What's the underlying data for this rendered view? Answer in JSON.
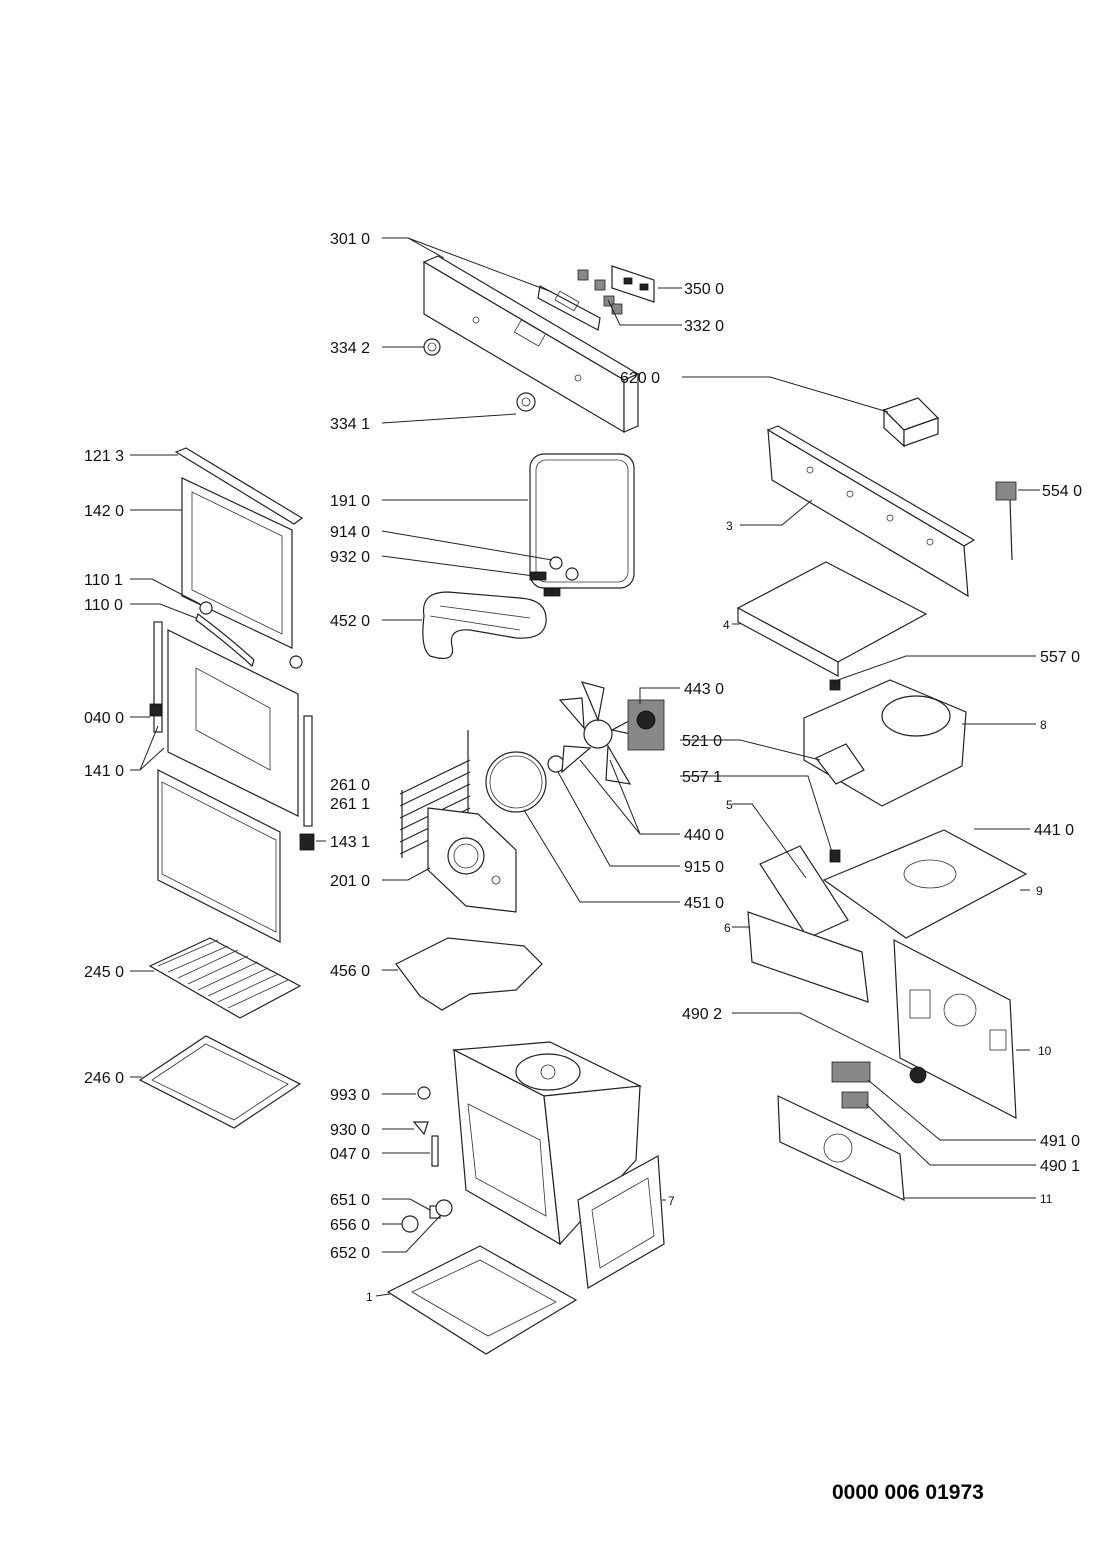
{
  "document_number": "0000 006 01973",
  "labels": {
    "l3010": "301 0",
    "l3500": "350 0",
    "l3320": "332 0",
    "l3342": "334 2",
    "l6200": "620 0",
    "l3341": "334 1",
    "l1213": "121 3",
    "l1910": "191 0",
    "l5540": "554 0",
    "l1420": "142 0",
    "l9140": "914 0",
    "l3": "3",
    "l9320": "932 0",
    "l1101": "110 1",
    "l1100": "110 0",
    "l4520": "452 0",
    "l4": "4",
    "l5570": "557 0",
    "l4430": "443 0",
    "l0400": "040 0",
    "l8": "8",
    "l5210": "521 0",
    "l1410": "141 0",
    "l5571": "557 1",
    "l2610": "261 0",
    "l2611": "261 1",
    "l5": "5",
    "l4410": "441 0",
    "l4400": "440 0",
    "l1431": "143 1",
    "l9150": "915 0",
    "l2010": "201 0",
    "l9": "9",
    "l4510": "451 0",
    "l6": "6",
    "l2450": "245 0",
    "l4560": "456 0",
    "l4902": "490 2",
    "l10": "10",
    "l2460": "246 0",
    "l9930": "993 0",
    "l9300": "930 0",
    "l4910": "491 0",
    "l0470": "047 0",
    "l4901": "490 1",
    "l6510": "651 0",
    "l7": "7",
    "l11": "11",
    "l6560": "656 0",
    "l6520": "652 0",
    "l1": "1"
  }
}
